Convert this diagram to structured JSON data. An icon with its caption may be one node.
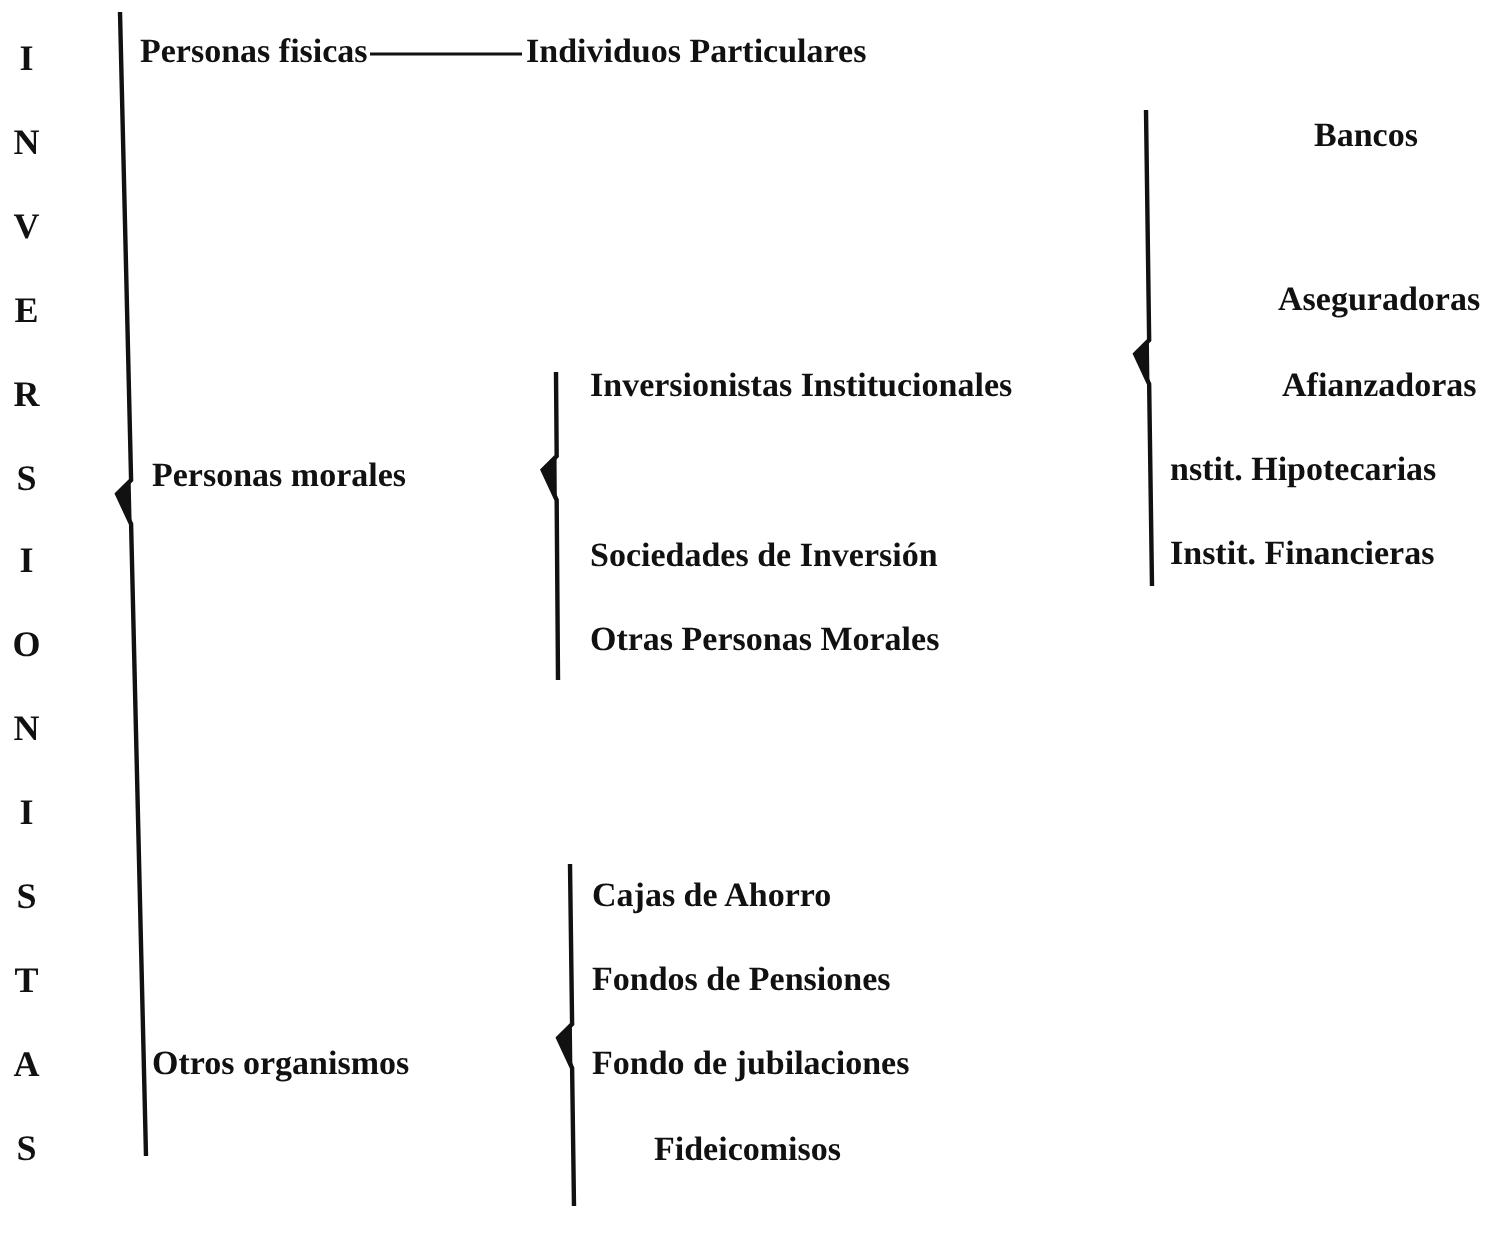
{
  "diagram": {
    "nodes": [
      {
        "text": [
          "INVERSIONISTAS"
        ]
      },
      {
        "text": [
          "Personas fisicas"
        ]
      },
      {
        "text": [
          "Individuos Particulares"
        ]
      },
      {
        "text": [
          "Personas morales"
        ]
      },
      {
        "text": [
          "Inversionistas Institucionales"
        ]
      },
      {
        "text": [
          "Sociedades de Inversión"
        ]
      },
      {
        "text": [
          "Otras Personas Morales"
        ]
      },
      {
        "text": [
          "Bancos"
        ]
      },
      {
        "text": [
          "Aseguradoras"
        ]
      },
      {
        "text": [
          "Afianzadoras"
        ]
      },
      {
        "text": [
          "nstit. Hipotecarias"
        ]
      },
      {
        "text": [
          "Instit. Financieras"
        ]
      },
      {
        "text": [
          "Otros organismos"
        ]
      },
      {
        "text": [
          "Cajas de Ahorro"
        ]
      },
      {
        "text": [
          "Fondos de Pensiones"
        ]
      },
      {
        "text": [
          "Fondo de jubilaciones"
        ]
      },
      {
        "text": [
          "Fideicomisos"
        ]
      }
    ],
    "edges": [
      {
        "from": 1,
        "to": 2,
        "arrow": "none"
      }
    ]
  }
}
